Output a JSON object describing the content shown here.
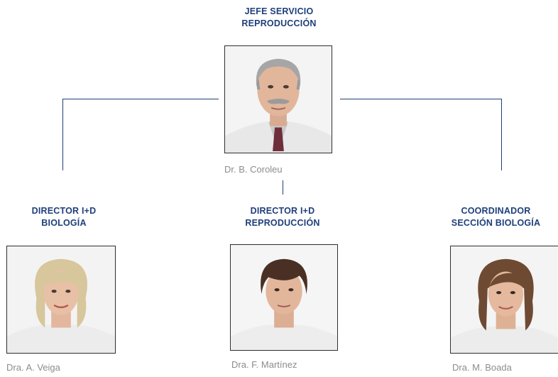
{
  "chart_data": {
    "type": "org-chart",
    "nodes": [
      {
        "id": "head",
        "role_lines": [
          "JEFE SERVICIO",
          "REPRODUCCIÓN"
        ],
        "name": "Dr. B. Coroleu"
      },
      {
        "id": "left",
        "role_lines": [
          "DIRECTOR I+D",
          "BIOLOGÍA"
        ],
        "name": "Dra. A. Veiga",
        "parent": "head"
      },
      {
        "id": "center",
        "role_lines": [
          "DIRECTOR I+D",
          "REPRODUCCIÓN"
        ],
        "name": "Dra. F. Martínez",
        "parent": "head"
      },
      {
        "id": "right",
        "role_lines": [
          "COORDINADOR",
          "SECCIÓN BIOLOGÍA"
        ],
        "name": "Dra. M. Boada",
        "parent": "head"
      }
    ]
  },
  "colors": {
    "accent": "#1f3f7a",
    "name_text": "#8c8c8c",
    "photo_border": "#2e2e2e"
  },
  "icons": {
    "head": "male-portrait-photo",
    "left": "female-portrait-photo",
    "center": "female-portrait-photo",
    "right": "female-portrait-photo"
  }
}
